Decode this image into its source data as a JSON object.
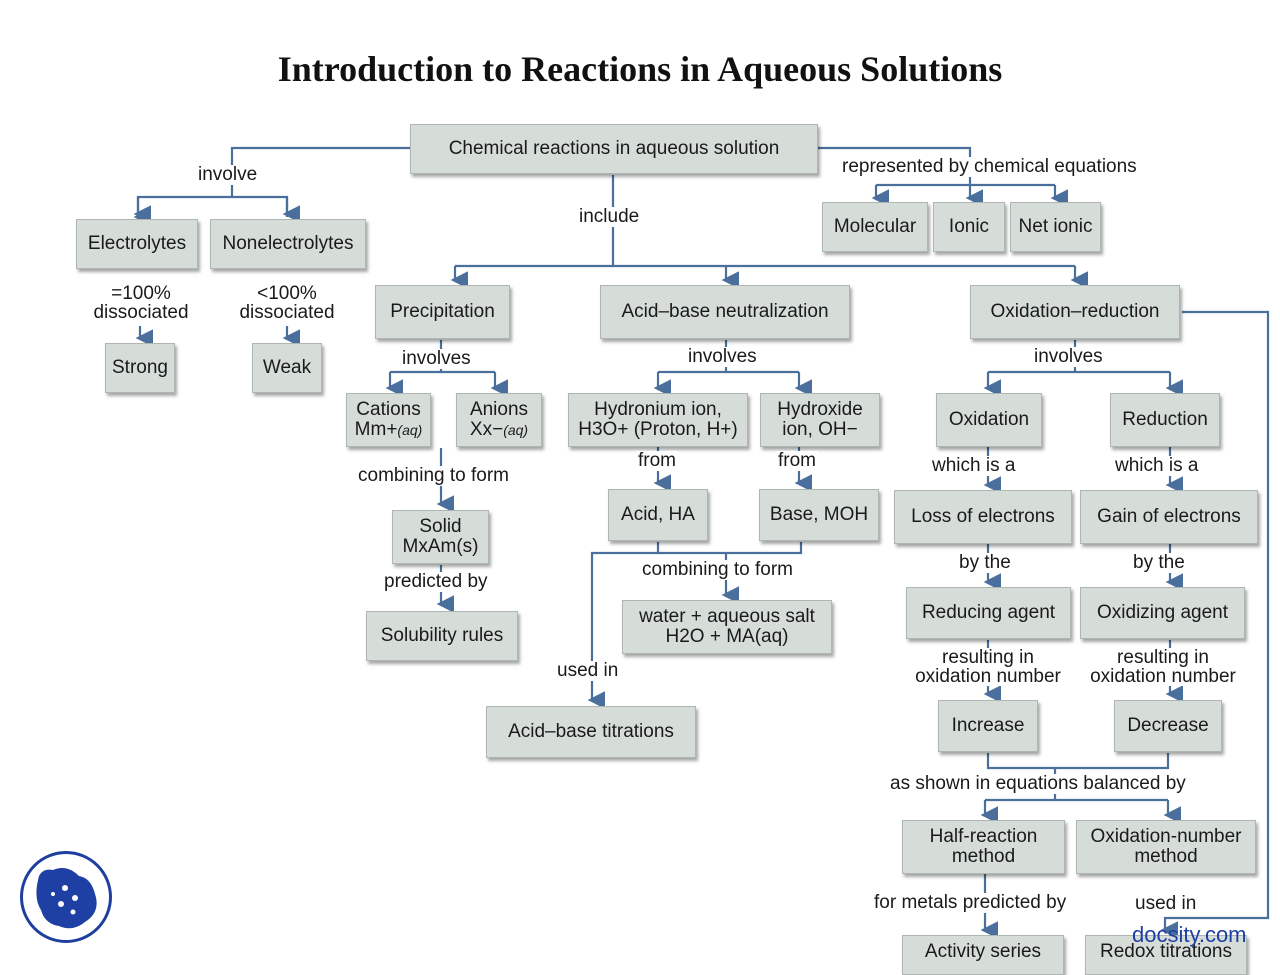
{
  "title": "Introduction to Reactions in Aqueous Solutions",
  "nodes": {
    "root": "Chemical reactions in aqueous solution",
    "molecular": "Molecular",
    "ionic": "Ionic",
    "net_ionic": "Net ionic",
    "electrolytes": "Electrolytes",
    "nonelectrolytes": "Nonelectrolytes",
    "strong": "Strong",
    "weak": "Weak",
    "precipitation": "Precipitation",
    "acid_base_neutralization": "Acid–base neutralization",
    "oxidation_reduction": "Oxidation–reduction",
    "cations_line1": "Cations",
    "cations_line2": "Mm+",
    "cations_sub": "(aq)",
    "anions_line1": "Anions",
    "anions_line2": "Xx−",
    "anions_sub": "(aq)",
    "hydronium_line1": "Hydronium ion,",
    "hydronium_line2": "H3O+ (Proton, H+)",
    "hydroxide_line1": "Hydroxide",
    "hydroxide_line2": "ion, OH−",
    "solid_line1": "Solid",
    "solid_line2": "MxAm(s)",
    "acid_ha": "Acid, HA",
    "base_moh": "Base, MOH",
    "solubility_rules": "Solubility rules",
    "water_salt_line1": "water + aqueous salt",
    "water_salt_line2": "H2O + MA(aq)",
    "acid_base_titrations": "Acid–base titrations",
    "oxidation": "Oxidation",
    "reduction": "Reduction",
    "loss_of_electrons": "Loss of electrons",
    "gain_of_electrons": "Gain of electrons",
    "reducing_agent": "Reducing agent",
    "oxidizing_agent": "Oxidizing agent",
    "increase": "Increase",
    "decrease": "Decrease",
    "half_reaction_line1": "Half-reaction",
    "half_reaction_line2": "method",
    "oxidation_number_line1": "Oxidation-number",
    "oxidation_number_line2": "method",
    "activity_series": "Activity series",
    "redox_titrations": "Redox titrations"
  },
  "labels": {
    "involve": "involve",
    "include": "include",
    "represented_by": "represented by chemical equations",
    "dissociated_100_line1": "=100%",
    "dissociated_100_line2": "dissociated",
    "dissociated_lt100_line1": "<100%",
    "dissociated_lt100_line2": "dissociated",
    "involves_precip": "involves",
    "involves_acid": "involves",
    "involves_redox": "involves",
    "combining_to_form_1": "combining to form",
    "predicted_by": "predicted by",
    "from_1": "from",
    "from_2": "from",
    "combining_to_form_2": "combining to form",
    "used_in_1": "used in",
    "which_is_a_1": "which is a",
    "which_is_a_2": "which is a",
    "by_the_1": "by the",
    "by_the_2": "by the",
    "resulting_in_1_line1": "resulting in",
    "resulting_in_1_line2": "oxidation number",
    "resulting_in_2_line1": "resulting in",
    "resulting_in_2_line2": "oxidation number",
    "as_shown": "as shown in equations balanced by",
    "for_metals": "for metals predicted by",
    "used_in_2": "used in"
  },
  "footer": {
    "brand": "docsity.com"
  },
  "colors": {
    "connector": "#4a6f9c",
    "box_fill": "#d6ddd9",
    "brand": "#1e3fa3"
  }
}
